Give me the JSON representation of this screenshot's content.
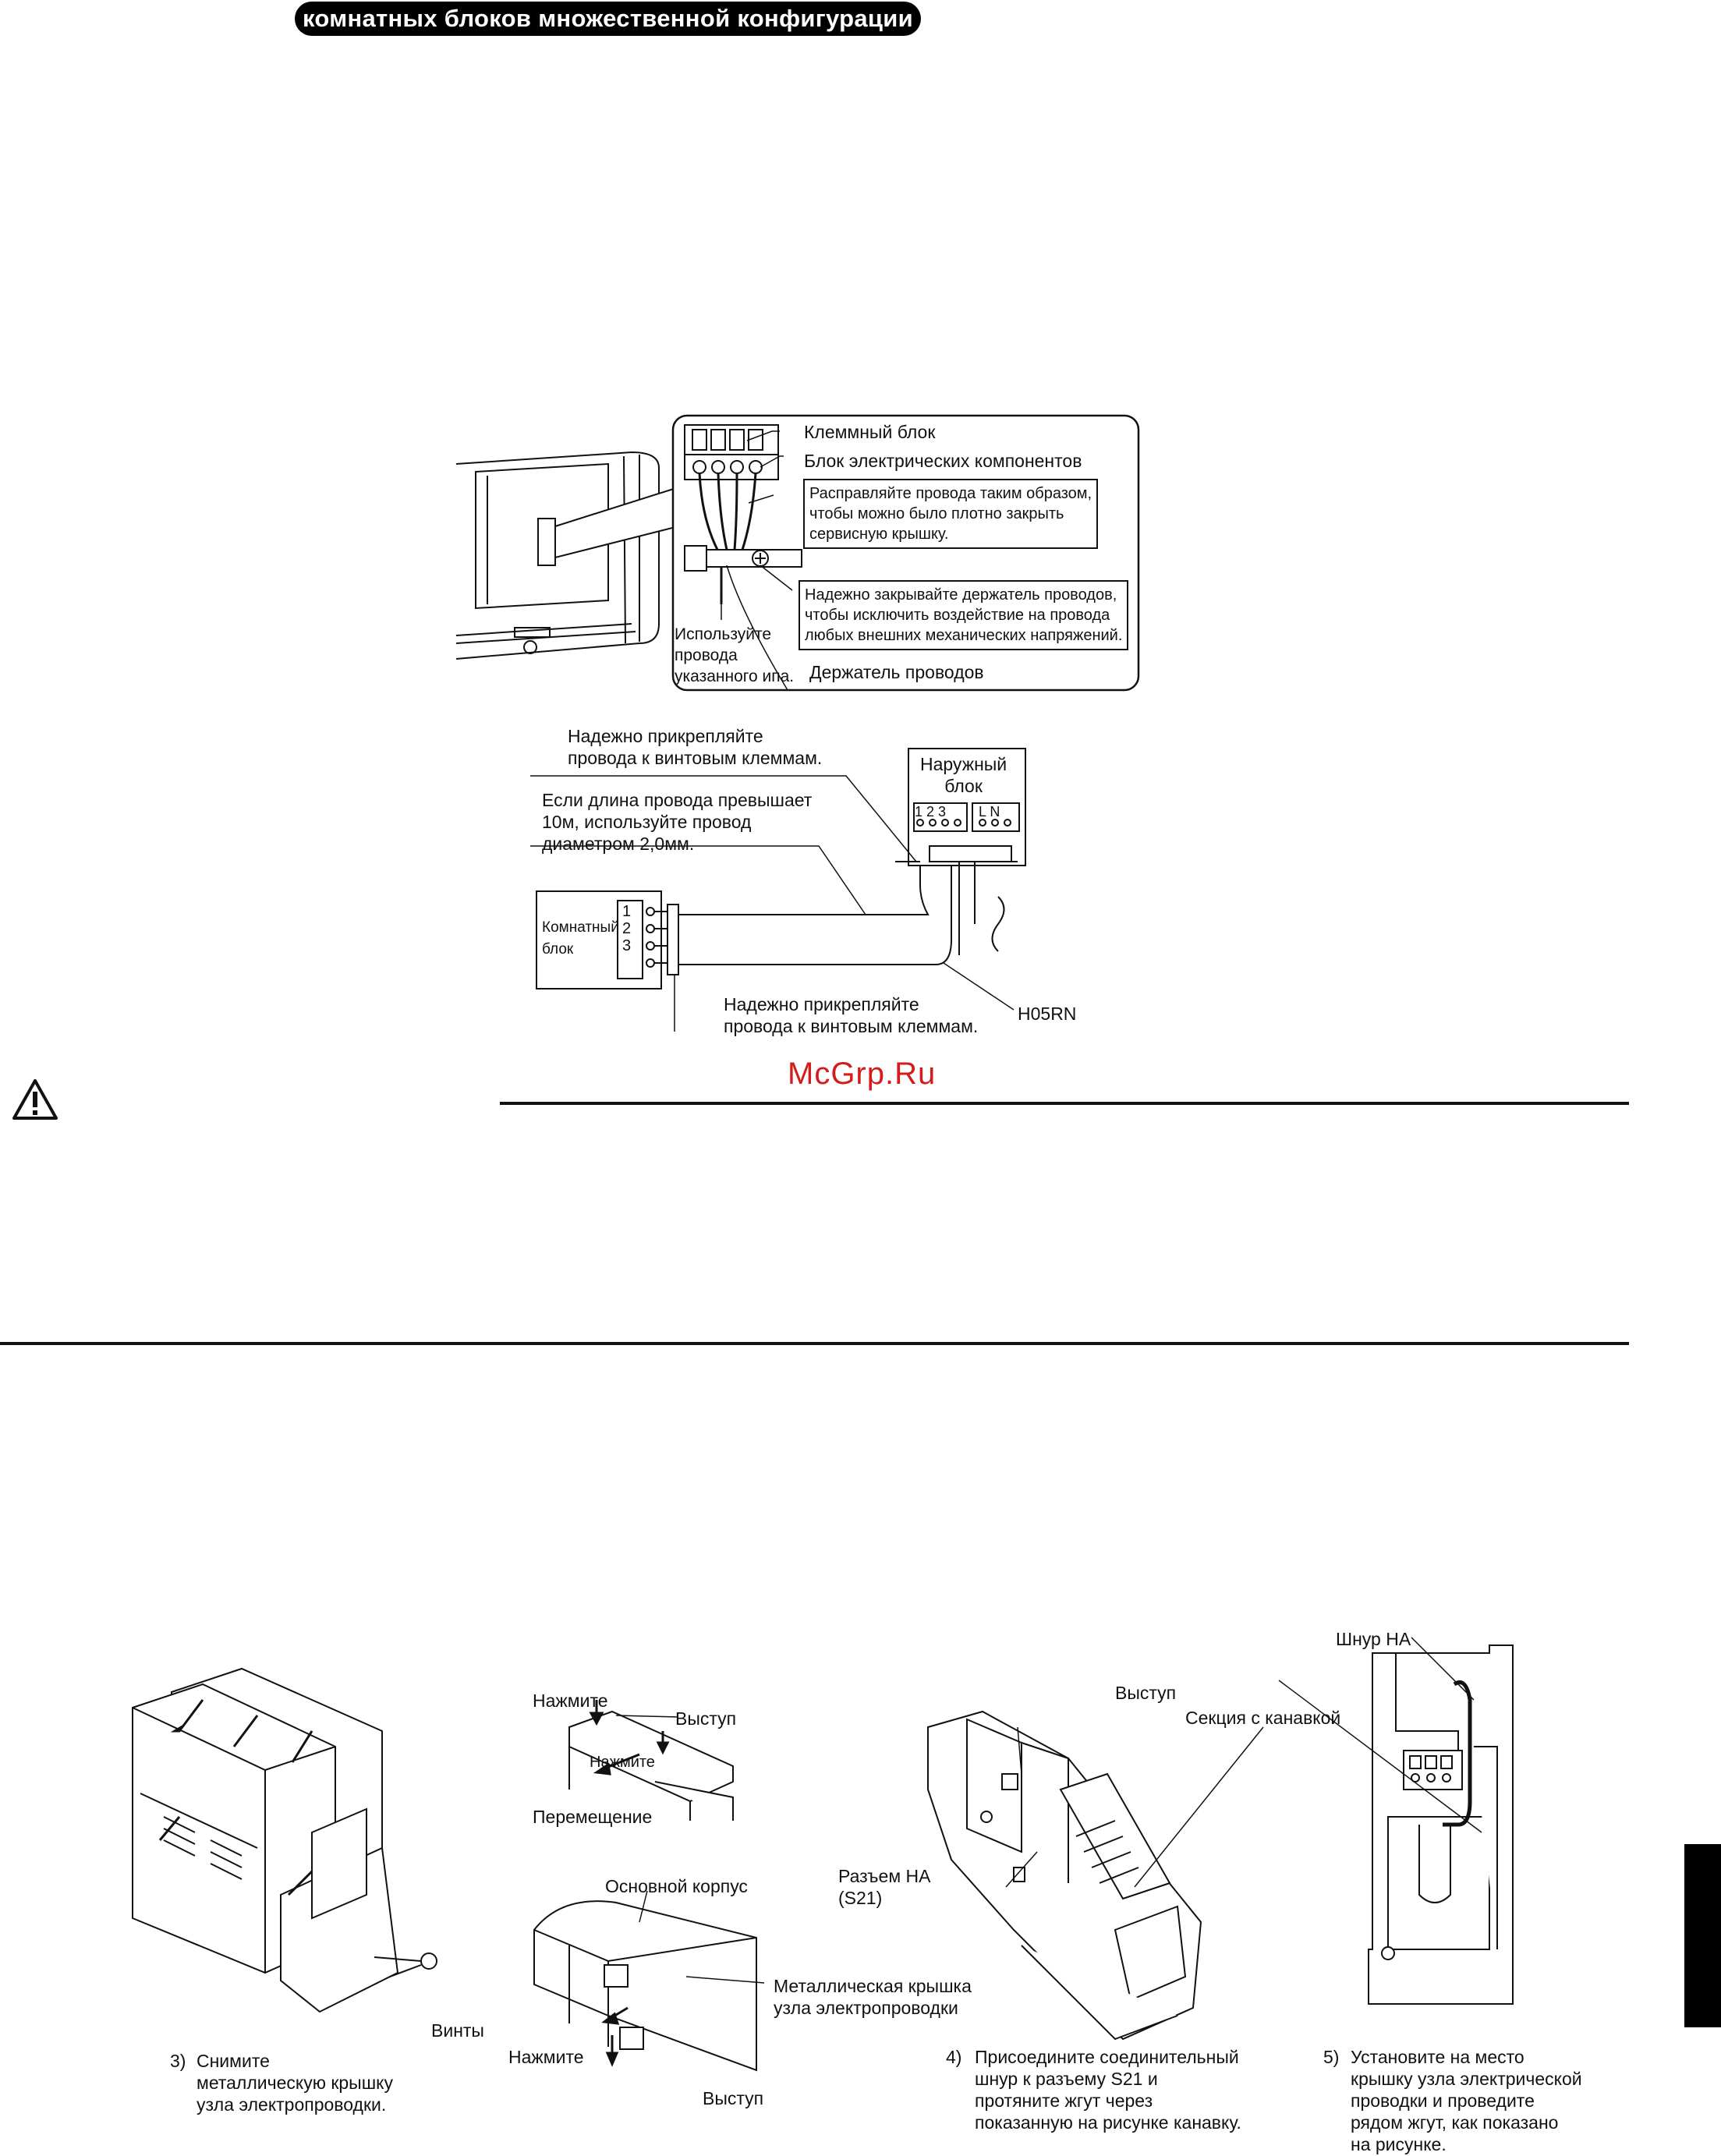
{
  "header": {
    "title": "комнатных блоков множественной конфигурации"
  },
  "wiring_detail": {
    "terminal_block": "Клеммный блок",
    "electrical_box": "Блок электрических компонентов",
    "note_straighten": "Расправляйте провода таким образом,\nчтобы можно было плотно закрыть\nсервисную крышку.",
    "note_clamp": "Надежно закрывайте держатель проводов,\nчтобы исключить воздействие на провода\nлюбых внешних механических напряжений.",
    "use_wire": "Используйте\nпровода\nуказанного ипа.",
    "wire_holder": "Держатель проводов"
  },
  "connection_diagram": {
    "secure_top": "Надежно прикрепляйте\nпровода к винтовым клеммам.",
    "length_note": "Если длина провода превышает\n10м, используйте провод\nдиаметром 2,0мм.",
    "outdoor_unit": "Наружный\nблок",
    "outdoor_terminals": "1 2 3",
    "outdoor_power": "L N",
    "indoor_unit": "Комнатный\nблок",
    "indoor_terminals": [
      "1",
      "2",
      "3"
    ],
    "secure_bottom": "Надежно прикрепляйте\nпровода к винтовым клеммам.",
    "cable_type": "H05RN"
  },
  "watermark": "McGrp.Ru",
  "figures": {
    "press_1": "Нажмите",
    "tab_1": "Выступ",
    "press_inner": "Нажмите",
    "move": "Перемещение",
    "main_body": "Основной корпус",
    "metal_cover": "Металлическая крышка\nузла электропроводки",
    "press_2": "Нажмите",
    "tab_2": "Выступ",
    "screws": "Винты",
    "tab_3": "Выступ",
    "groove": "Секция с канавкой",
    "connector": "Разъем НА\n(S21)",
    "cord": "Шнур НА"
  },
  "steps": {
    "s3_num": "3)",
    "s3": "Снимите\nметаллическую крышку\nузла электропроводки.",
    "s4_num": "4)",
    "s4": "Присоедините соединительный\nшнур к разъему S21 и\nпротяните жгут через\nпоказанную на рисунке канавку.",
    "s5_num": "5)",
    "s5": "Установите на место\nкрышку узла электрической\nпроводки и проведите\nрядом жгут, как показано\nна рисунке."
  }
}
